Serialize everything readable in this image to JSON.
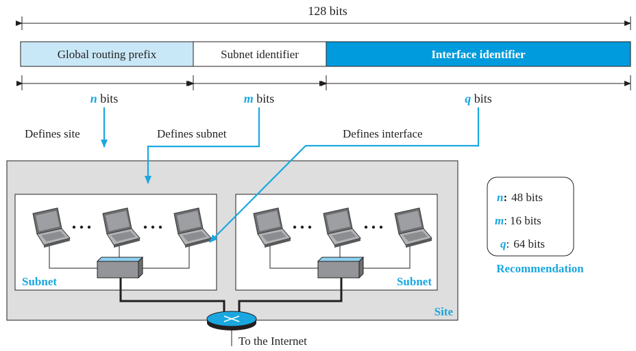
{
  "total_bits_label": "128 bits",
  "fields": {
    "global_routing_prefix": "Global routing prefix",
    "subnet_identifier": "Subnet identifier",
    "interface_identifier": "Interface identifier"
  },
  "widths": {
    "n": {
      "var": "n",
      "text": " bits"
    },
    "m": {
      "var": "m",
      "text": " bits"
    },
    "q": {
      "var": "q",
      "text": " bits"
    }
  },
  "callouts": {
    "site": "Defines site",
    "subnet": "Defines subnet",
    "interface": "Defines interface"
  },
  "subnet_label": "Subnet",
  "site_label": "Site",
  "internet_label": "To the Internet",
  "recommendation": {
    "title": "Recommendation",
    "rows": [
      {
        "var": "n",
        "sep": ":",
        "value": "48 bits"
      },
      {
        "var": "m",
        "sep": ":",
        "value": "16 bits"
      },
      {
        "var": "q",
        "sep": ":",
        "value": "64 bits"
      }
    ]
  },
  "colors": {
    "accent": "#1aa7e0",
    "prefix_fill": "#c9e8f7",
    "interface_fill": "#009bdc",
    "site_fill": "#dedede",
    "text": "#231f20"
  },
  "icons": {
    "host": "laptop-icon",
    "switch": "switch-icon",
    "router": "router-icon"
  }
}
